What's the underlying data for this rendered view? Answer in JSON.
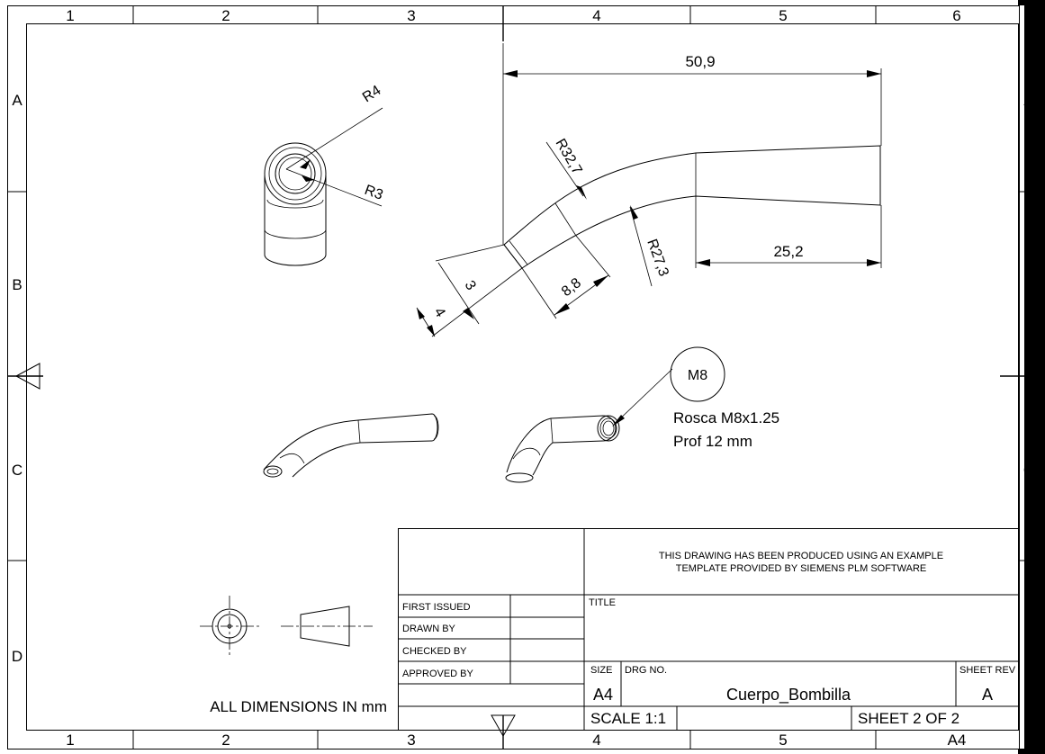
{
  "sheet": {
    "zone_columns": [
      "1",
      "2",
      "3",
      "4",
      "5",
      "6"
    ],
    "zone_columns_bottom": [
      "1",
      "2",
      "3",
      "4",
      "5",
      "A4"
    ],
    "zone_rows": [
      "A",
      "B",
      "C",
      "D"
    ]
  },
  "dimensions": {
    "r4": "R4",
    "r3": "R3",
    "overall_length": "50,9",
    "r32_7": "R32,7",
    "r27_3": "R27,3",
    "straight_length": "25,2",
    "dim_3": "3",
    "dim_4": "4",
    "dim_8_8": "8,8"
  },
  "callout": {
    "balloon": "M8",
    "line1": "Rosca M8x1.25",
    "line2": "Prof 12 mm"
  },
  "note": "ALL DIMENSIONS IN mm",
  "title_block": {
    "notice_line1": "THIS DRAWING HAS BEEN PRODUCED USING AN EXAMPLE",
    "notice_line2": "TEMPLATE PROVIDED BY SIEMENS PLM SOFTWARE",
    "first_issued": "FIRST ISSUED",
    "drawn_by": "DRAWN BY",
    "checked_by": "CHECKED BY",
    "approved_by": "APPROVED BY",
    "title_label": "TITLE",
    "size_label": "SIZE",
    "drg_no_label": "DRG NO.",
    "sheet_rev_label": "SHEET REV",
    "size_value": "A4",
    "drg_no_value": "Cuerpo_Bombilla",
    "rev_value": "A",
    "scale": "SCALE 1:1",
    "sheet": "SHEET 2 OF 2"
  }
}
